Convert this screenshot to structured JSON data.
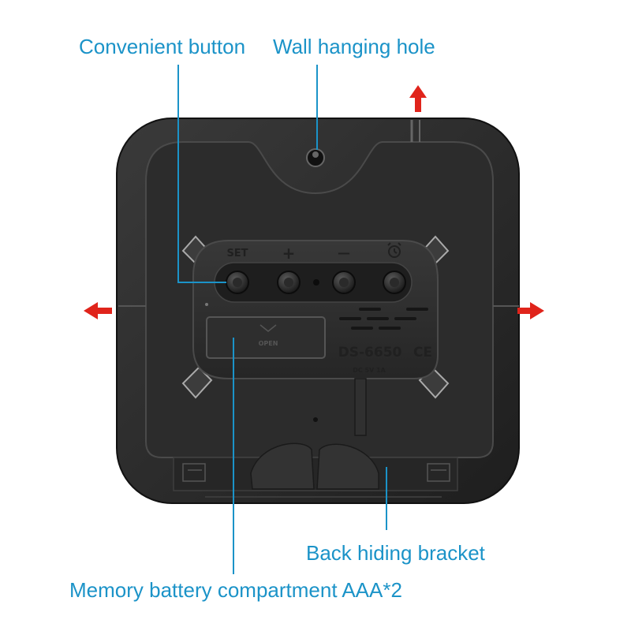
{
  "callouts": {
    "convenient_button": "Convenient button",
    "wall_hanging_hole": "Wall hanging hole",
    "back_hiding_bracket": "Back hiding bracket",
    "battery_compartment": "Memory battery compartment AAA*2"
  },
  "panel": {
    "set_label": "SET",
    "plus_label": "+",
    "minus_label": "—",
    "open_label": "OPEN",
    "model": "DS-6650",
    "ce_mark": "CE",
    "power_rating": "DC 5V 1A"
  },
  "colors": {
    "callout_text": "#1b93c8",
    "callout_line": "#1b93c8",
    "arrow": "#e0241b",
    "body": "#2a2a2a"
  }
}
